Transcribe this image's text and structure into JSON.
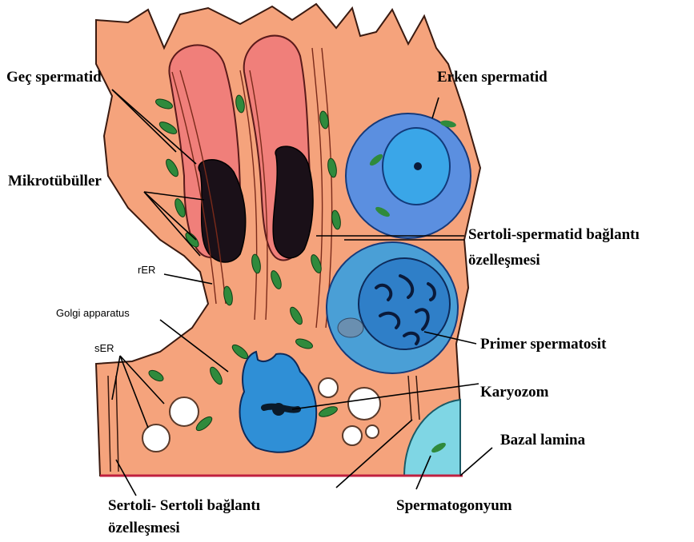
{
  "labels": {
    "gec_spermatid": "Geç spermatid",
    "erken_spermatid": "Erken spermatid",
    "mikrotubuller": "Mikrotübüller",
    "sertoli_spermatid_line1": "Sertoli-spermatid bağlantı",
    "sertoli_spermatid_line2": "özelleşmesi",
    "rer": "rER",
    "golgi": "Golgi apparatus",
    "ser": "sER",
    "primer_spermatosit": "Primer spermatosit",
    "karyozom": "Karyozom",
    "bazal_lamina": "Bazal lamina",
    "sertoli_sertoli_line1": "Sertoli- Sertoli bağlantı",
    "sertoli_sertoli_line2": "özelleşmesi",
    "spermatogonyum": "Spermatogonyum"
  },
  "colors": {
    "cytoplasm": "#f5a37c",
    "late_spermatid": "#f07f7a",
    "nucleus_dark": "#1a1018",
    "early_spermatid": "#5b8fe0",
    "spermatocyte": "#4a9fd6",
    "sertoli_nucleus": "#2f8fd6",
    "spermatogonium": "#7fd6e4",
    "mitochondria": "#2f8a3c"
  }
}
